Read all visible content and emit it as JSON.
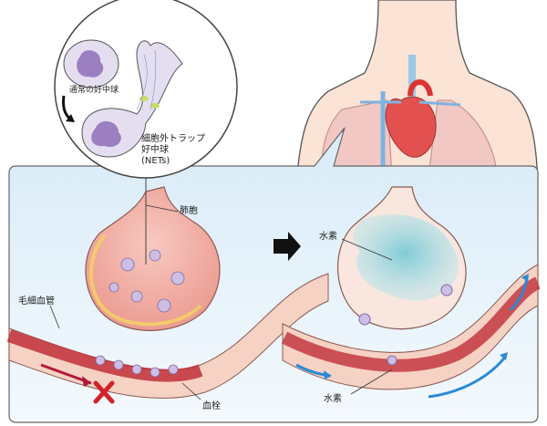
{
  "labels": {
    "normal_neutrophil": "通常の好中球",
    "nets_line1": "細胞外トラップ",
    "nets_line2": "好中球",
    "nets_line3": "(NETs)",
    "alveolus": "肺胞",
    "capillary": "毛細血管",
    "thrombus": "血栓",
    "hydrogen_alveolus": "水素",
    "hydrogen_vessel": "水素"
  },
  "colors": {
    "panel_bg": "#e6f2fb",
    "alveolus_inflamed": "#f0a9a0",
    "alveolus_healthy": "#f8e6df",
    "hydrogen": "#8fd3dc",
    "vessel": "#c8323a",
    "neutrophil": "#cdbfe3",
    "block_mark": "#d2232a",
    "flow_arrow": "#2a8ad6"
  }
}
